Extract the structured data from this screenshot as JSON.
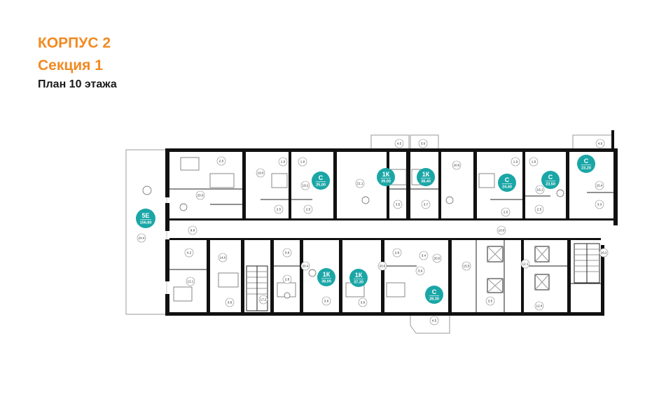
{
  "header": {
    "building": "КОРПУС 2",
    "section": "Секция 1",
    "floor_plan": "План 10 этажа"
  },
  "colors": {
    "accent": "#f18a21",
    "badge": "#1aa6a6",
    "walls": "#111111"
  },
  "apartments": [
    {
      "type": "5Е",
      "area": "156,80"
    },
    {
      "type": "С",
      "area": "25,00"
    },
    {
      "type": "1К",
      "area": "39,00"
    },
    {
      "type": "1К",
      "area": "38,40"
    },
    {
      "type": "С",
      "area": "24,40"
    },
    {
      "type": "С",
      "area": "23,50"
    },
    {
      "type": "С",
      "area": "23,20"
    },
    {
      "type": "1К",
      "area": "38,00"
    },
    {
      "type": "1К",
      "area": "37,30"
    },
    {
      "type": "С",
      "area": "28,30"
    }
  ],
  "rooms": [
    "2.6",
    "19.0",
    "1.9",
    "1.9",
    "19.2",
    "20.0",
    "2.5",
    "2.5",
    "21.1",
    "4.5",
    "3.5",
    "3.6",
    "3.7",
    "20.6",
    "1.9",
    "1.9",
    "2.5",
    "16.1",
    "2.5",
    "4.6",
    "15.4",
    "3.3",
    "9.9",
    "10.0",
    "4.2",
    "14.0",
    "3.8",
    "24.4",
    "12.1",
    "3.8",
    "17.2",
    "20.4",
    "3.6",
    "3.6",
    "20.5",
    "3.4",
    "20.0",
    "15.5",
    "12.1",
    "16.2",
    "3.5",
    "12.4",
    "4.5",
    "2.8",
    "2.8",
    "3.9"
  ]
}
